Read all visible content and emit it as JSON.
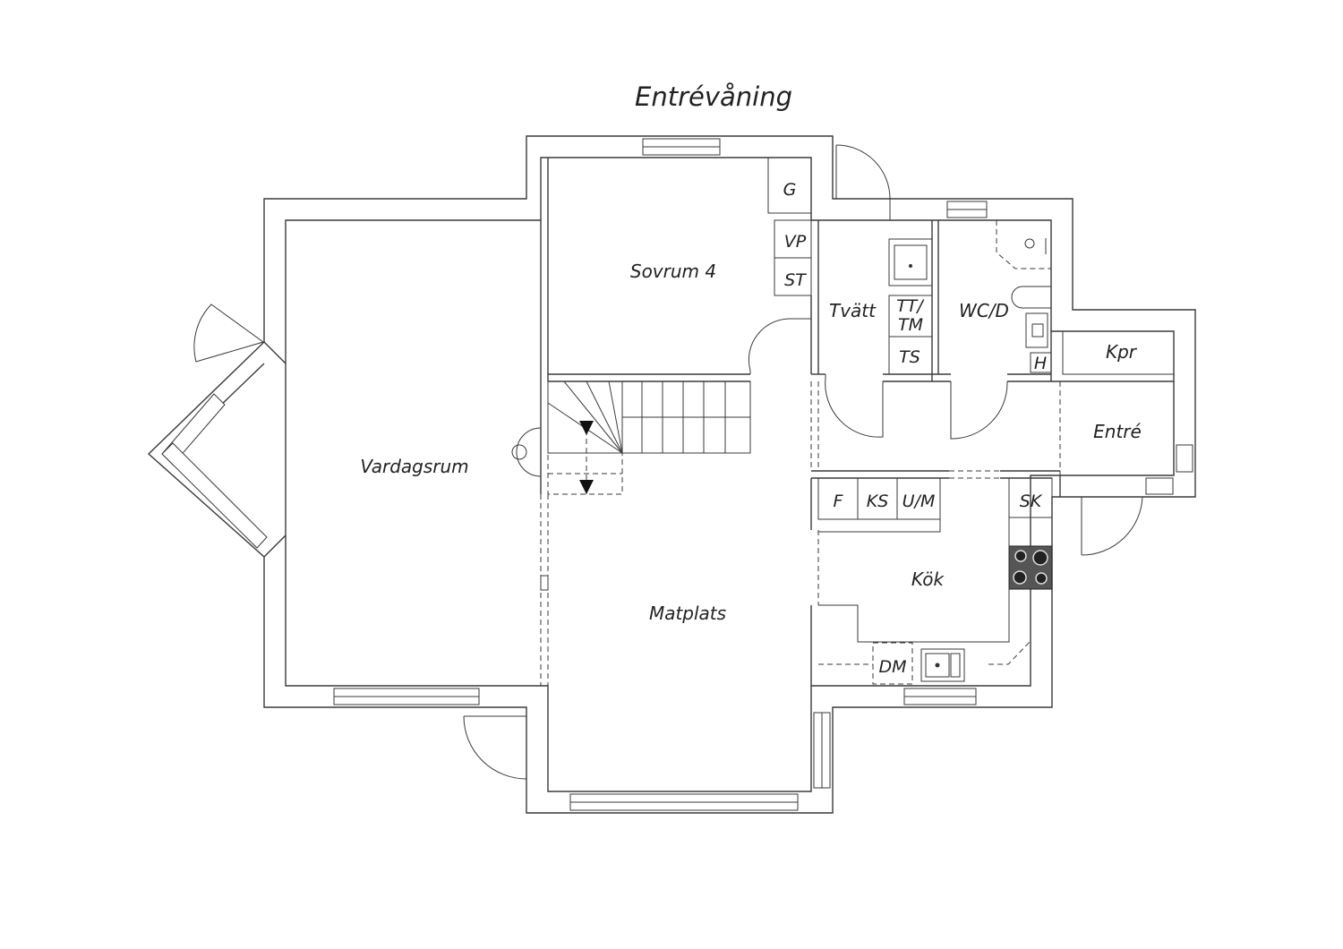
{
  "title": "Entrévåning",
  "rooms": {
    "vardagsrum": "Vardagsrum",
    "sovrum4": "Sovrum 4",
    "matplats": "Matplats",
    "tvatt": "Tvätt",
    "wcd": "WC/D",
    "kpr": "Kpr",
    "entre": "Entré",
    "kok": "Kök"
  },
  "fixtures": {
    "g": "G",
    "vp": "VP",
    "st": "ST",
    "tt_line1": "TT/",
    "tt_line2": "TM",
    "ts": "TS",
    "h": "H",
    "f": "F",
    "ks": "KS",
    "um": "U/M",
    "sk": "SK",
    "dm": "DM"
  }
}
